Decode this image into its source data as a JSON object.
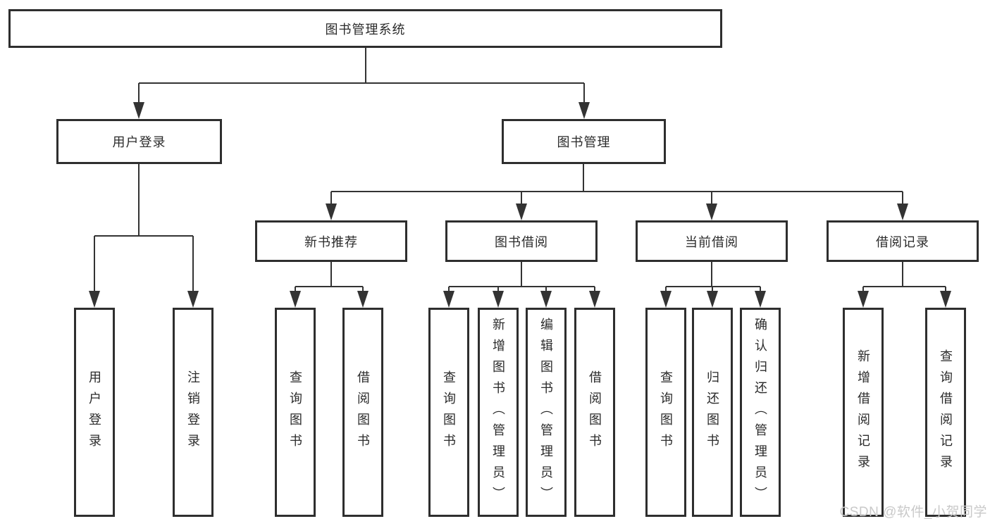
{
  "tree": {
    "label": "图书管理系统",
    "children": [
      {
        "label": "用户登录",
        "children": [
          {
            "label": "用户登录"
          },
          {
            "label": "注销登录"
          }
        ]
      },
      {
        "label": "图书管理",
        "children": [
          {
            "label": "新书推荐",
            "children": [
              {
                "label": "查询图书"
              },
              {
                "label": "借阅图书"
              }
            ]
          },
          {
            "label": "图书借阅",
            "children": [
              {
                "label": "查询图书"
              },
              {
                "label": "新增图书（管理员）"
              },
              {
                "label": "编辑图书（管理员）"
              },
              {
                "label": "借阅图书"
              }
            ]
          },
          {
            "label": "当前借阅",
            "children": [
              {
                "label": "查询图书"
              },
              {
                "label": "归还图书"
              },
              {
                "label": "确认归还（管理员）"
              }
            ]
          },
          {
            "label": "借阅记录",
            "children": [
              {
                "label": "新增借阅记录"
              },
              {
                "label": "查询借阅记录"
              }
            ]
          }
        ]
      }
    ]
  },
  "watermark": {
    "text": "CSDN @软件_小贺同学"
  },
  "colors": {
    "line": "#333333",
    "box_border": "#2e2e2e",
    "text": "#2b2b2b",
    "watermark": "#c9c9c9",
    "background": "#ffffff"
  }
}
